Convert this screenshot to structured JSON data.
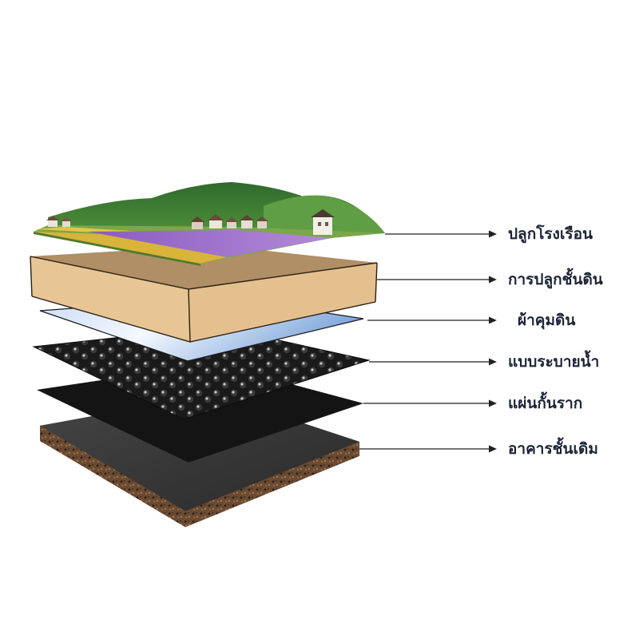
{
  "layers": [
    {
      "id": "green-roof",
      "label": "ปลูกโรงเรือน"
    },
    {
      "id": "soil",
      "label": "การปลูกชั้นดิน"
    },
    {
      "id": "filter-fabric",
      "label": "ผ้าคุมดิน"
    },
    {
      "id": "drainage-board",
      "label": "แบบระบายน้ำ"
    },
    {
      "id": "root-barrier",
      "label": "แผ่นกั้นราก"
    },
    {
      "id": "existing-roof",
      "label": "อาคารชั้นเดิม"
    }
  ],
  "colors": {
    "soil_top": "#b08e66",
    "soil_front": "#e3c08e",
    "fabric": "#a9c6ec",
    "drainage": "#1a1a1a",
    "root_barrier": "#141414",
    "base_membrane": "#3a3a3a",
    "base_edge": "#6b4a32",
    "label_text": "#1c2335",
    "arrow": "#222222"
  }
}
